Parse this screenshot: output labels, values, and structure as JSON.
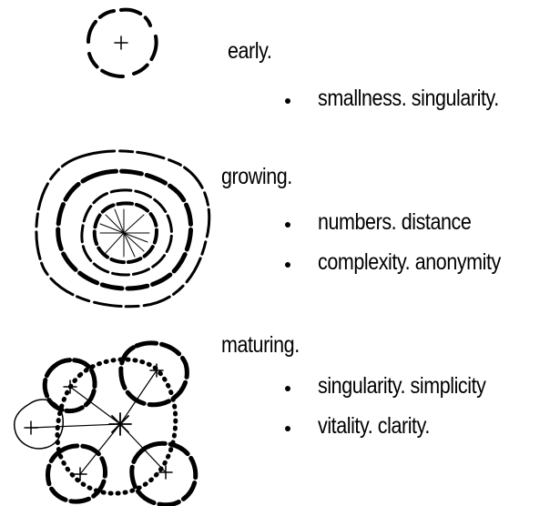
{
  "stages": [
    {
      "heading": "early.",
      "bullets": [
        "smallness. singularity."
      ]
    },
    {
      "heading": "growing.",
      "bullets": [
        "numbers. distance",
        "complexity. anonymity"
      ]
    },
    {
      "heading": "maturing.",
      "bullets": [
        "singularity. simplicity",
        "vitality. clarity."
      ]
    }
  ]
}
